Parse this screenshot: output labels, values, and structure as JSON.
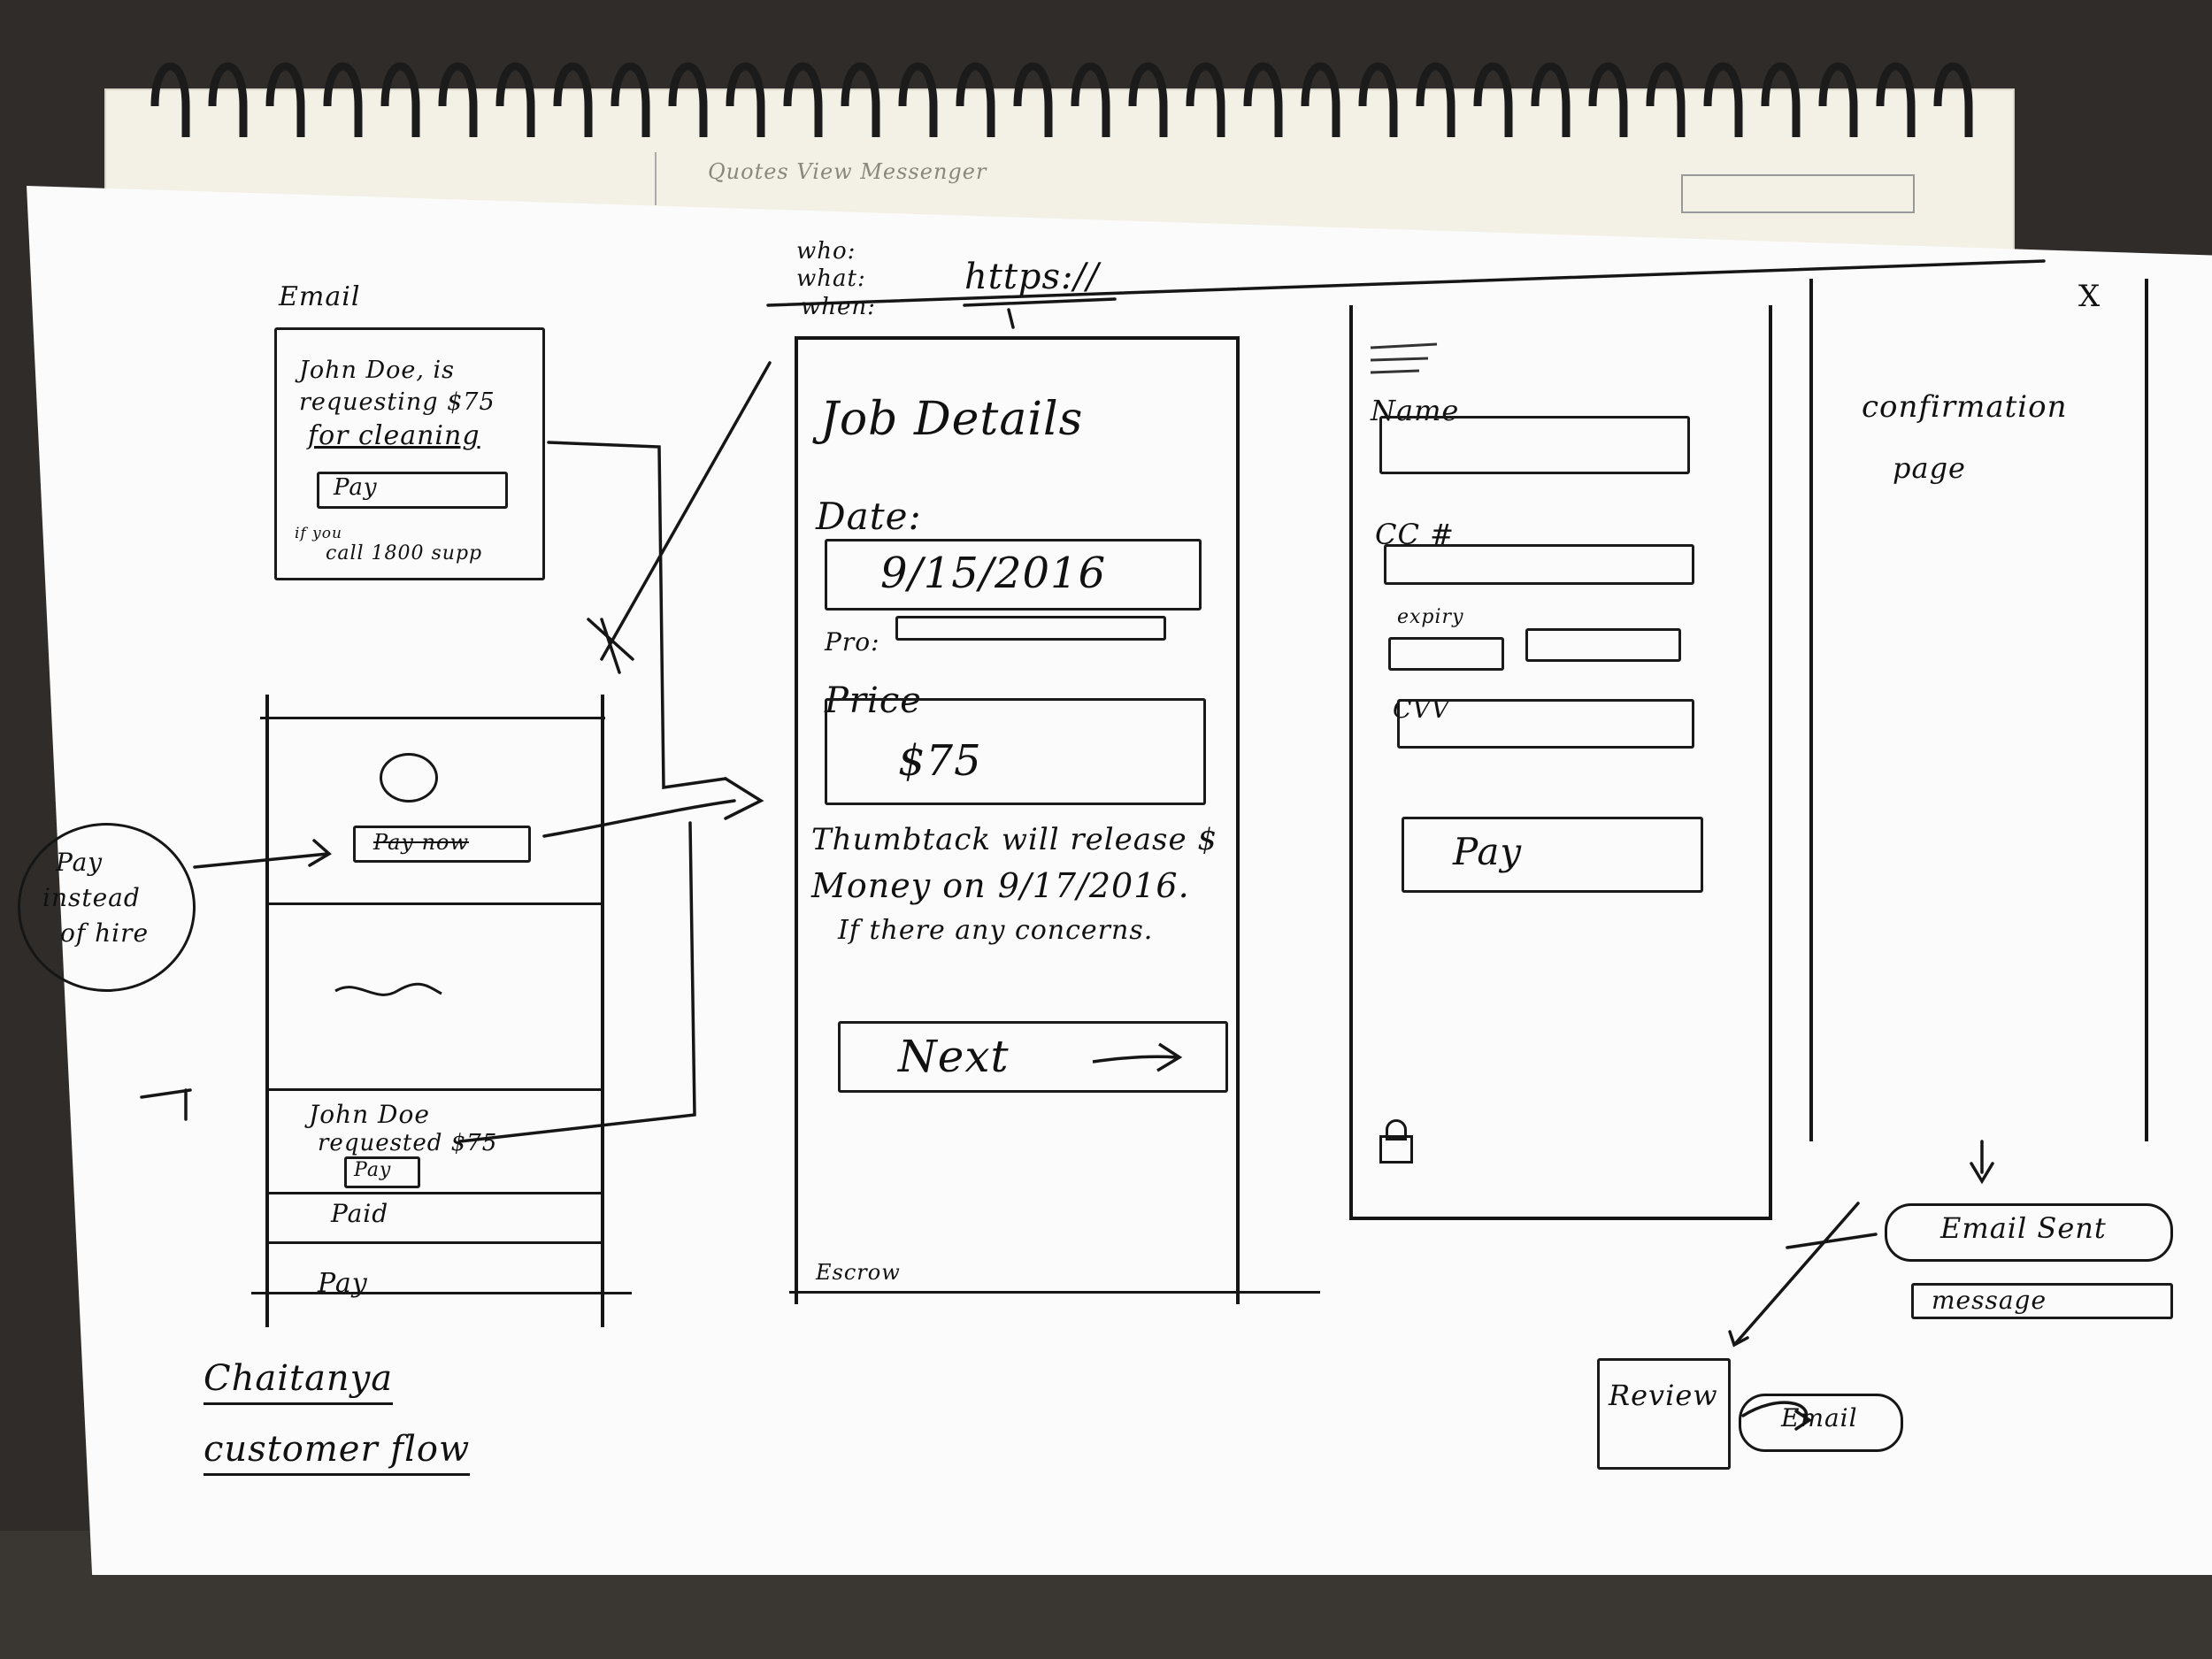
{
  "notebook": {
    "header_text": "Quotes View Messenger"
  },
  "annotations": {
    "who": "who:",
    "what": "what:",
    "when": "when:",
    "url": "https://"
  },
  "email": {
    "heading": "Email",
    "line1": "John Doe, is",
    "line2": "requesting $75",
    "line3": "for cleaning",
    "pay_button": "Pay",
    "footer1": "if you",
    "footer2": "call 1800 supp"
  },
  "messenger": {
    "action_button": "Pay now",
    "side_note": [
      "Pay",
      "instead",
      "of hire"
    ],
    "request_line1": "John Doe",
    "request_line2": "requested $75",
    "request_pay": "Pay",
    "paid_label": "Paid",
    "pay_label": "Pay"
  },
  "job_details": {
    "title": "Job Details",
    "date_label": "Date:",
    "date_value": "9/15/2016",
    "pro_label": "Pro:",
    "price_label": "Price",
    "price_value": "$75",
    "release_line1": "Thumbtack will release $",
    "release_line2": "Money on 9/17/2016.",
    "release_line3": "If there any concerns.",
    "next_button": "Next",
    "footer": "Escrow"
  },
  "payment": {
    "name_label": "Name",
    "cc_label": "CC #",
    "expiry_label": "expiry",
    "cvv_label": "CVV",
    "pay_button": "Pay"
  },
  "confirmation": {
    "close": "X",
    "title_line1": "confirmation",
    "title_line2": "page",
    "email_sent": "Email Sent",
    "message": "message",
    "review": "Review",
    "email": "Email"
  },
  "signature": {
    "line1": "Chaitanya",
    "line2": "customer flow"
  },
  "colors": {
    "ink": "#111111",
    "paper": "#fbfbfb",
    "notebook": "#f3f0e6"
  }
}
